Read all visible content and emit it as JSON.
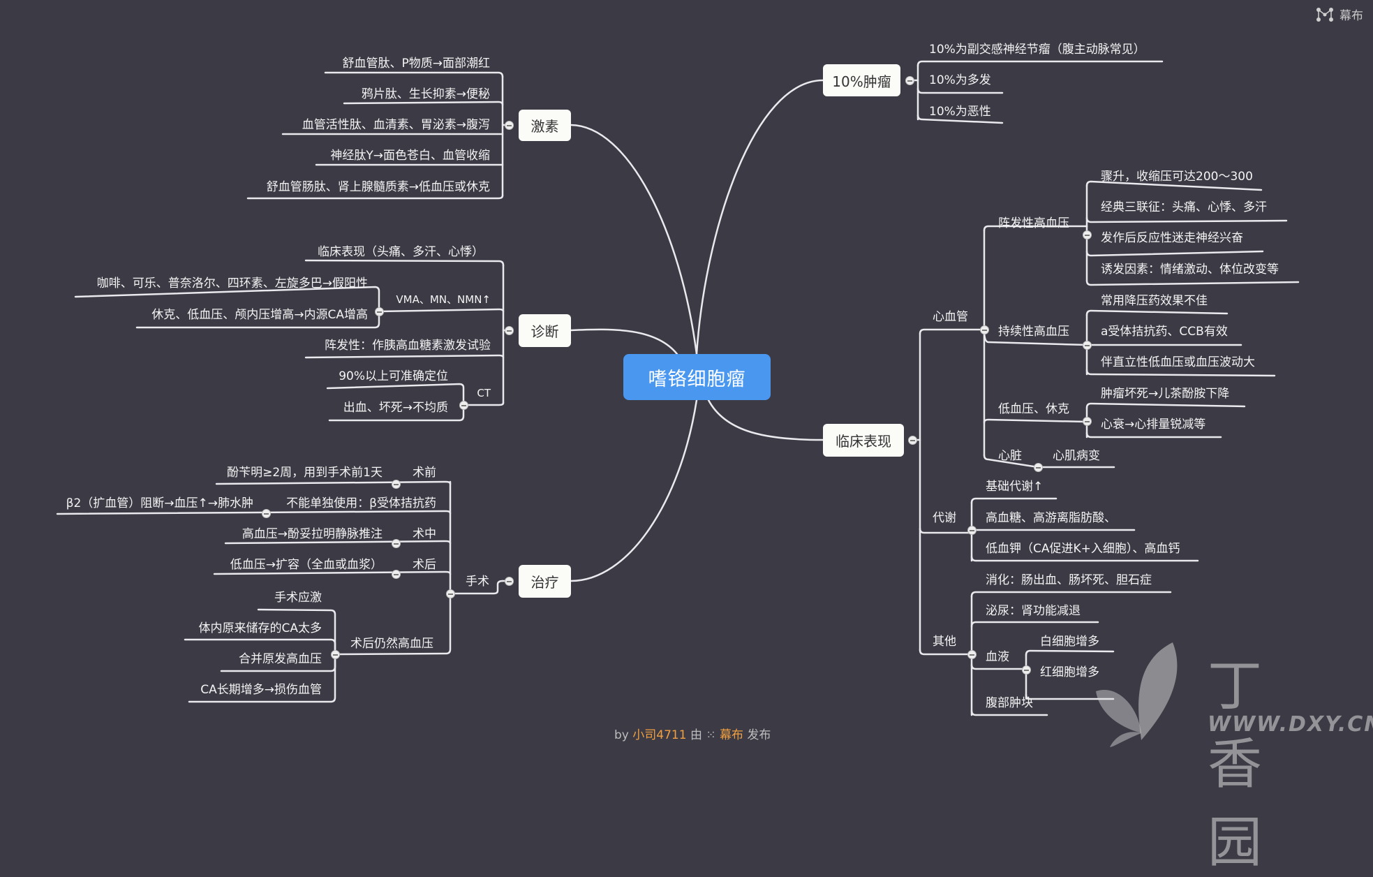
{
  "brand": {
    "name": "幕布",
    "icon": "mubu-logo-icon"
  },
  "center": {
    "label": "嗜铬细胞瘤",
    "color": "#4a97f0"
  },
  "branches": {
    "hormone": {
      "label": "激素",
      "items": [
        "舒血管肽、P物质→面部潮红",
        "鸦片肽、生长抑素→便秘",
        "血管活性肽、血清素、胃泌素→腹泻",
        "神经肽Y→面色苍白、血管收缩",
        "舒血管肠肽、肾上腺髓质素→低血压或休克"
      ]
    },
    "diagnosis": {
      "label": "诊断",
      "clinical": "临床表现（头痛、多汗、心悸）",
      "vma": {
        "label": "VMA、MN、NMN↑",
        "items": [
          "咖啡、可乐、普奈洛尔、四环素、左旋多巴→假阳性",
          "休克、低血压、颅内压增高→内源CA增高"
        ]
      },
      "paroxysmal": "阵发性：作胰高血糖素激发试验",
      "ct": {
        "label": "CT",
        "items": [
          "90%以上可准确定位",
          "出血、坏死→不均质"
        ]
      }
    },
    "treatment": {
      "label": "治疗",
      "surgery": {
        "label": "手术",
        "preop": {
          "label": "术前",
          "detail": "酚苄明≥2周，用到手术前1天"
        },
        "beta": {
          "label": "不能单独使用：β受体拮抗药",
          "detail": "β2（扩血管）阻断→血压↑→肺水肿"
        },
        "intraop": {
          "label": "术中",
          "detail": "高血压→酚妥拉明静脉推注"
        },
        "postop": {
          "label": "术后",
          "detail": "低血压→扩容（全血或血浆）"
        },
        "persistent": {
          "label": "术后仍然高血压",
          "items": [
            "手术应激",
            "体内原来储存的CA太多",
            "合并原发高血压",
            "CA长期增多→损伤血管"
          ]
        }
      }
    },
    "tumor10": {
      "label": "10%肿瘤",
      "items": [
        "10%为副交感神经节瘤（腹主动脉常见）",
        "10%为多发",
        "10%为恶性"
      ]
    },
    "clinical": {
      "label": "临床表现",
      "cardio": {
        "label": "心血管",
        "paroxysmal_htn": {
          "label": "阵发性高血压",
          "items": [
            "骤升，收缩压可达200～300",
            "经典三联征：头痛、心悸、多汗",
            "发作后反应性迷走神经兴奋",
            "诱发因素：情绪激动、体位改变等"
          ]
        },
        "persistent_htn": {
          "label": "持续性高血压",
          "items": [
            "常用降压药效果不佳",
            "a受体拮抗药、CCB有效",
            "伴直立性低血压或血压波动大"
          ]
        },
        "hypotension": {
          "label": "低血压、休克",
          "items": [
            "肿瘤坏死→儿茶酚胺下降",
            "心衰→心排量锐减等"
          ]
        },
        "heart": {
          "label": "心脏",
          "detail": "心肌病变"
        }
      },
      "metabolic": {
        "label": "代谢",
        "items": [
          "基础代谢↑",
          "高血糖、高游离脂肪酸、",
          "低血钾（CA促进K+入细胞）、高血钙"
        ]
      },
      "other": {
        "label": "其他",
        "digestive": "消化：肠出血、肠坏死、胆石症",
        "urinary": "泌尿：肾功能减退",
        "blood": {
          "label": "血液",
          "items": [
            "白细胞增多",
            "红细胞增多"
          ]
        },
        "mass": "腹部肿块"
      }
    }
  },
  "footer": {
    "by": "by",
    "author": "小司4711",
    "via": "由",
    "brand": "幕布",
    "published": "发布"
  },
  "watermark": {
    "cn": "丁香园",
    "en": "WWW.DXY.CN"
  }
}
